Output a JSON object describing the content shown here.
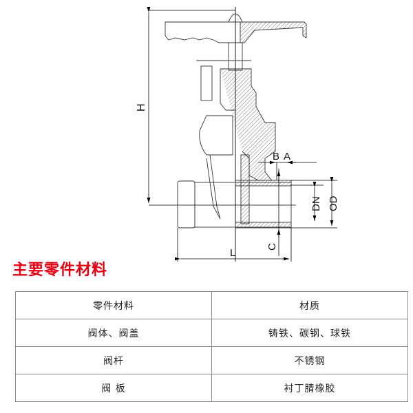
{
  "drawing": {
    "dimensions": {
      "H": "H",
      "B": "B",
      "A": "A",
      "DN": "DN",
      "OD": "OD",
      "C": "C",
      "L": "L"
    }
  },
  "section_title": "主要零件材料",
  "table": {
    "headers": [
      "零件材料",
      "材质"
    ],
    "rows": [
      [
        "阀体、阀盖",
        "铸铁、碳钢、球铁"
      ],
      [
        "阀杆",
        "不锈钢"
      ],
      [
        "阀 板",
        "衬丁腈橡胶"
      ]
    ]
  }
}
